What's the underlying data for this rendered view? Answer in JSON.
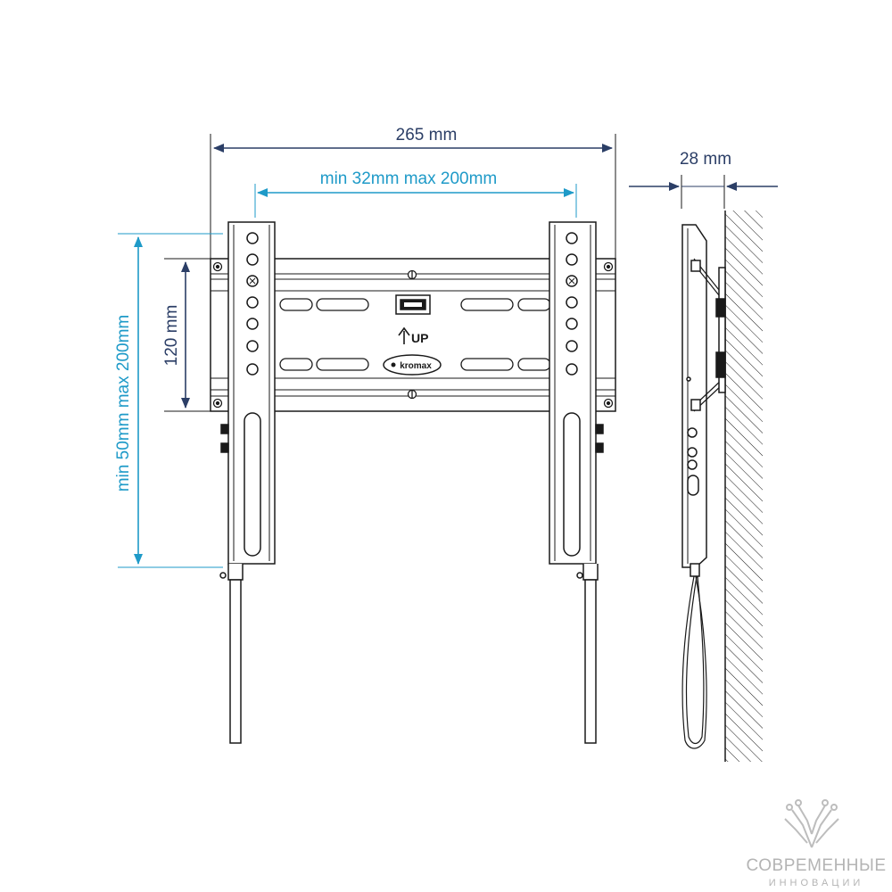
{
  "dimensions": {
    "total_width": "265 mm",
    "horizontal_vesa": "min 32mm max 200mm",
    "depth": "28 mm",
    "vertical_spacing": "120 mm",
    "vertical_vesa": "min 50mm max 200mm"
  },
  "labels": {
    "up": "UP",
    "brand_logo": "kromax"
  },
  "watermark": {
    "line1": "СОВРЕМЕННЫЕ",
    "line2": "ИННОВАЦИИ"
  },
  "colors": {
    "dark_dimension": "#2b3e66",
    "blue_dimension": "#1e9ac8",
    "line_art": "#1a1a1a",
    "watermark": "#b4b4b4"
  }
}
